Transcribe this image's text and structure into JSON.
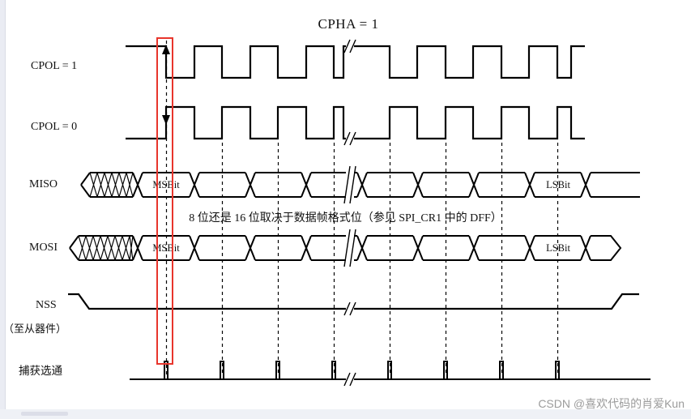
{
  "title": "CPHA = 1",
  "signals": {
    "cpol1": {
      "label": "CPOL = 1"
    },
    "cpol0": {
      "label": "CPOL = 0"
    },
    "miso": {
      "label": "MISO",
      "msb": "MSBit",
      "lsb": "LSBit"
    },
    "mosi": {
      "label": "MOSI",
      "msb": "MSBit",
      "lsb": "LSBit"
    },
    "nss": {
      "label": "NSS",
      "sublabel": "（至从器件）"
    },
    "strobe": {
      "label": "捕获选通"
    }
  },
  "annotation": "8 位还是 16 位取决于数据帧格式位（参见 SPI_CR1 中的 DFF）",
  "watermark": "CSDN @喜欢代码的肖爱Kun",
  "colors": {
    "waveform": "#000000",
    "highlight_box": "#e8352c",
    "dashed_line": "#000000",
    "watermark_text": "#9b9b9b"
  }
}
